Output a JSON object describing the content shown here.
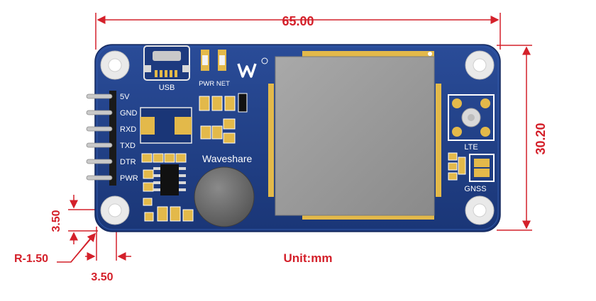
{
  "dimensions": {
    "width": "65.00",
    "height": "30.20",
    "corner_offset_vertical": "3.50",
    "corner_offset_horizontal": "3.50",
    "corner_radius": "R-1.50",
    "unit": "Unit:mm"
  },
  "board": {
    "pin_labels": [
      "5V",
      "GND",
      "RXD",
      "TXD",
      "DTR",
      "PWR"
    ],
    "usb_label": "USB",
    "pwr_net_label": "PWR NET",
    "brand_label": "Waveshare",
    "lte_label": "LTE",
    "gnss_label": "GNSS"
  },
  "colors": {
    "dimension": "#d4202a",
    "pcb": "#1f3f86",
    "module": "#9a9a9a",
    "battery": "#6b6b6b",
    "pad": "#e3b94a"
  }
}
